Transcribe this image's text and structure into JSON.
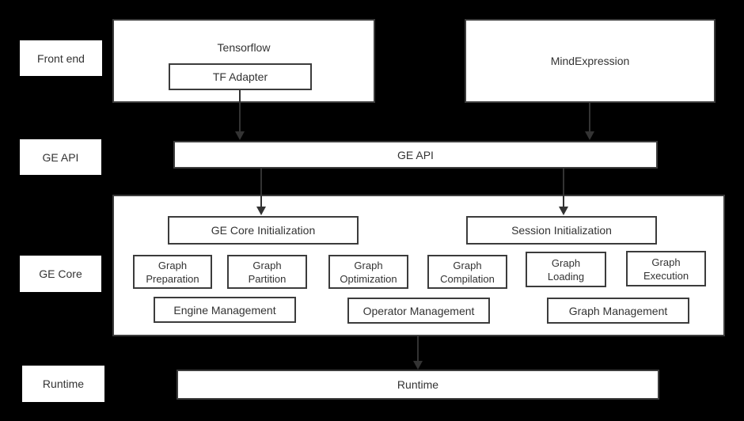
{
  "colors": {
    "background": "#000000",
    "box_fill": "#ffffff",
    "border": "#3c3c3c",
    "text": "#333333",
    "arrow": "#333333"
  },
  "side_labels": {
    "front_end": "Front end",
    "ge_api": "GE API",
    "ge_core": "GE Core",
    "runtime": "Runtime"
  },
  "front_end_layer": {
    "tensorflow_title": "Tensorflow",
    "tf_adapter": "TF Adapter",
    "mindexpression": "MindExpression"
  },
  "ge_api_layer": {
    "bar_label": "GE API"
  },
  "ge_core_layer": {
    "ge_core_initialization": "GE Core Initialization",
    "session_initialization": "Session Initialization",
    "stages": [
      "Graph Preparation",
      "Graph Partition",
      "Graph Optimization",
      "Graph Compilation",
      "Graph Loading",
      "Graph Execution"
    ],
    "management": [
      "Engine Management",
      "Operator Management",
      "Graph Management"
    ]
  },
  "runtime_layer": {
    "bar_label": "Runtime"
  }
}
